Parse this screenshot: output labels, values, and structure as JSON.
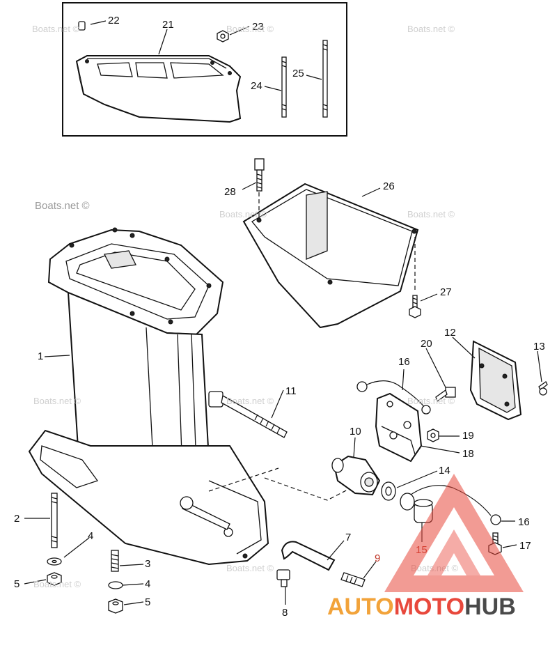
{
  "watermark": "Boats.net ©",
  "brand": {
    "part1": "AUTO",
    "part2": "MOTO",
    "part3": "HUB"
  },
  "colors": {
    "brand_orange": "#f2a33a",
    "brand_red": "#e8483c",
    "brand_gray": "#4a4a4a"
  },
  "callouts": {
    "c1": "1",
    "c2": "2",
    "c3": "3",
    "c4a": "4",
    "c4b": "4",
    "c5a": "5",
    "c5b": "5",
    "c7": "7",
    "c8": "8",
    "c9": "9",
    "c10": "10",
    "c11": "11",
    "c12": "12",
    "c13": "13",
    "c14": "14",
    "c15": "15",
    "c16a": "16",
    "c16b": "16",
    "c17": "17",
    "c18": "18",
    "c19": "19",
    "c20": "20",
    "c21": "21",
    "c22": "22",
    "c23": "23",
    "c24": "24",
    "c25": "25",
    "c26": "26",
    "c27": "27",
    "c28": "28"
  }
}
